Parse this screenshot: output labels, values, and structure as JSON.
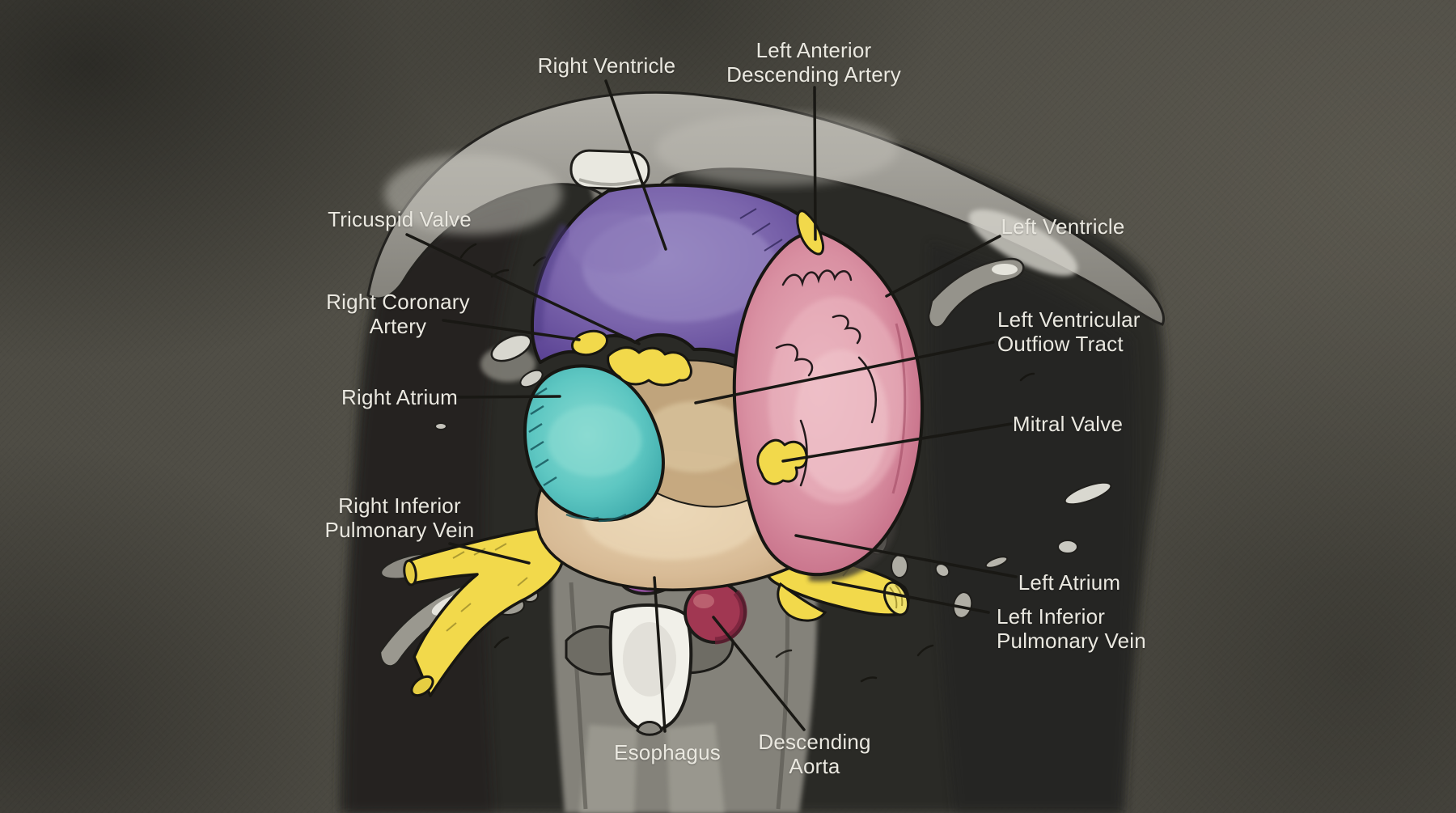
{
  "figure": {
    "title": "Labeled axial cross-section illustration of the heart"
  },
  "labels": {
    "right_ventricle": {
      "lines": [
        "Right Ventricle"
      ]
    },
    "left_anterior_descending_artery": {
      "lines": [
        "Left Anterior",
        "Descending Artery"
      ]
    },
    "tricuspid_valve": {
      "lines": [
        "Tricuspid Valve"
      ]
    },
    "right_coronary_artery": {
      "lines": [
        "Right Coronary",
        "Artery"
      ]
    },
    "right_atrium": {
      "lines": [
        "Right Atrium"
      ]
    },
    "left_ventricle": {
      "lines": [
        "Left Ventricle"
      ]
    },
    "left_ventricular_outflow_tract": {
      "lines": [
        "Left Ventricular",
        "Outfiow Tract"
      ]
    },
    "mitral_valve": {
      "lines": [
        "Mitral Valve"
      ]
    },
    "right_inferior_pulmonary_vein": {
      "lines": [
        "Right Inferior",
        "Pulmonary Vein"
      ]
    },
    "left_atrium": {
      "lines": [
        "Left Atrium"
      ]
    },
    "left_inferior_pulmonary_vein": {
      "lines": [
        "Left Inferior",
        "Pulmonary Vein"
      ]
    },
    "esophagus": {
      "lines": [
        "Esophagus"
      ]
    },
    "descending_aorta": {
      "lines": [
        "Descending",
        "Aorta"
      ]
    }
  },
  "colors": {
    "background": "#504e46",
    "lung_field": "#2c2b27",
    "bone": "#c9c7bf",
    "sternum": "#e9e8e0",
    "right_ventricle": "#7b65ac",
    "left_ventricle": "#d990a2",
    "right_atrium": "#5ec7c2",
    "left_atrium": "#d8bb96",
    "valves_and_vessels": "#f2d94b",
    "esophagus": "#93519f",
    "descending_aorta": "#a13752",
    "label_text": "#eae8e0",
    "leader_line": "#191814"
  }
}
